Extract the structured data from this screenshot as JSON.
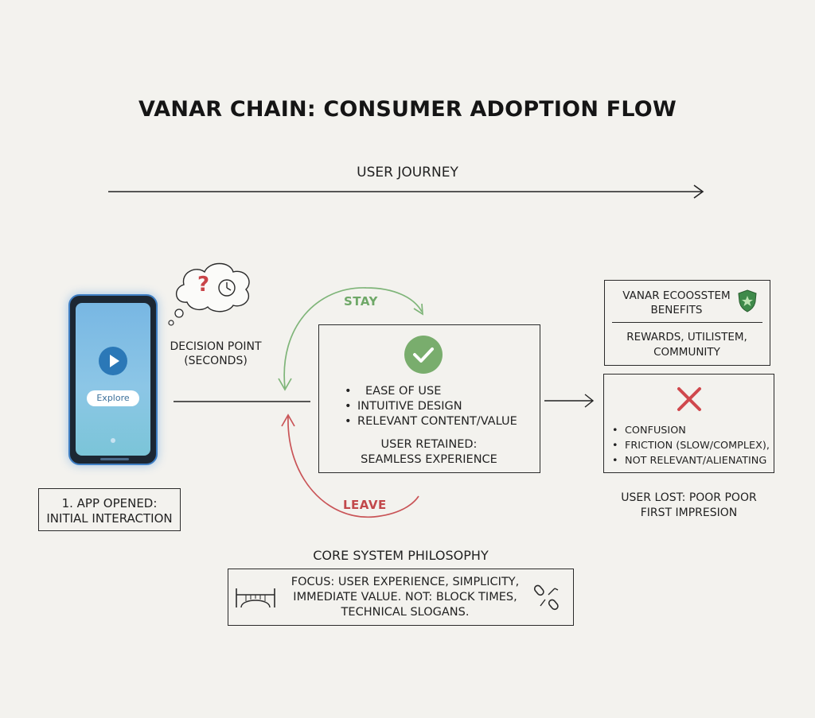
{
  "title": "VANAR CHAIN: CONSUMER ADOPTION FLOW",
  "journey_label": "USER JOURNEY",
  "phone": {
    "button_label": "Explore"
  },
  "app_opened": {
    "line1": "1. APP OPENED:",
    "line2": "INITIAL INTERACTION"
  },
  "decision": {
    "line1": "DECISION POINT",
    "line2": "(SECONDS)"
  },
  "stay_label": "STAY",
  "leave_label": "LEAVE",
  "retained": {
    "bullets": [
      "EASE OF USE",
      "INTUITIVE DESIGN",
      "RELEVANT CONTENT/VALUE"
    ],
    "line1": "USER RETAINED:",
    "line2": "SEAMLESS EXPERIENCE"
  },
  "ecosystem": {
    "title1": "VANAR ECOOSSTEM",
    "title2": "BENEFITS",
    "body1": "REWARDS, UTILISTEM,",
    "body2": "COMMUNITY"
  },
  "lost": {
    "bullets": [
      "CONFUSION",
      "FRICTION (SLOW/COMPLEX),",
      "NOT RELEVANT/ALIENATING"
    ],
    "line1": "USER LOST: POOR POOR",
    "line2": "FIRST IMPRESION"
  },
  "philosophy": {
    "heading": "CORE SYSTEM PHILOSOPHY",
    "line1": "FOCUS: USER EXPERIENCE, SIMPLICITY,",
    "line2": "IMMEDIATE VALUE. NOT: BLOCK TIMES,",
    "line3": "TECHNICAL SLOGANS."
  },
  "colors": {
    "stay": "#6fa868",
    "leave": "#c2484b",
    "check": "#79ad6d",
    "cross": "#d0484d",
    "shield": "#3f8a4a",
    "phone_glow": "#3f7fc4"
  }
}
